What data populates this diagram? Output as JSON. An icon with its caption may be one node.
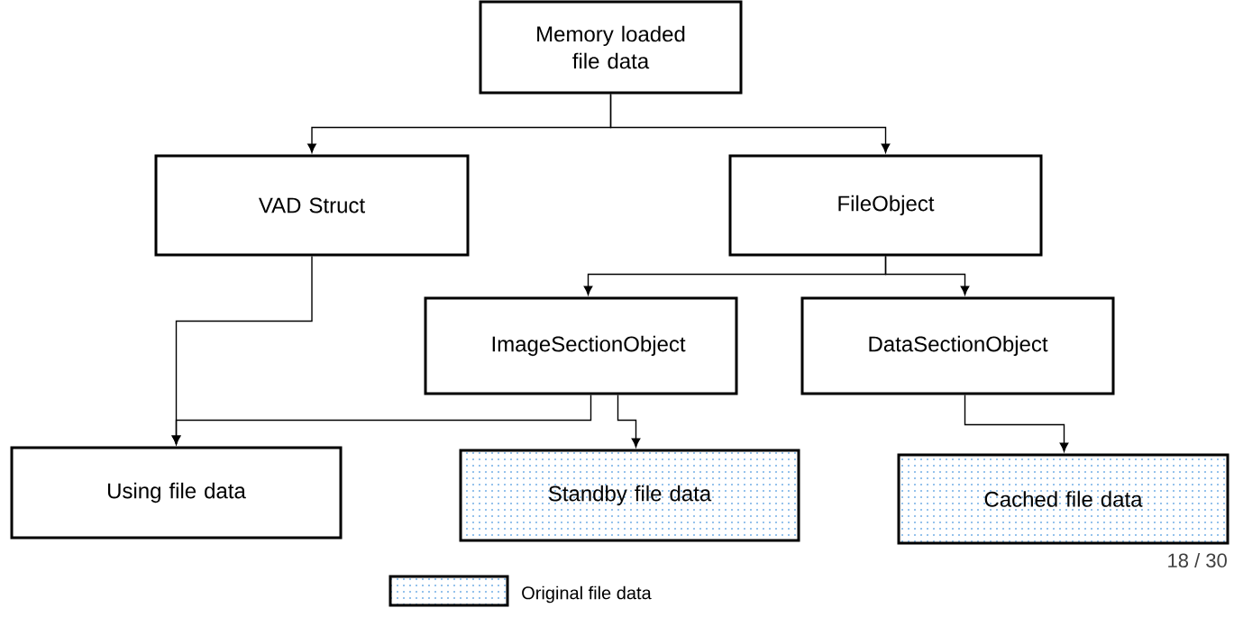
{
  "diagram": {
    "nodes": [
      {
        "text": [
          "Memory loaded file data"
        ]
      },
      {
        "text": [
          "VAD Struct"
        ]
      },
      {
        "text": [
          "FileObject"
        ]
      },
      {
        "text": [
          "ImageSectionObject"
        ]
      },
      {
        "text": [
          "DataSectionObject"
        ]
      },
      {
        "text": [
          "Using file data"
        ]
      },
      {
        "text": [
          "Standby file data"
        ]
      },
      {
        "text": [
          "Cached file data"
        ]
      }
    ],
    "edges": [
      {
        "from": 0,
        "to": 1,
        "arrow": "to"
      },
      {
        "from": 0,
        "to": 2,
        "arrow": "to"
      },
      {
        "from": 2,
        "to": 3,
        "arrow": "to"
      },
      {
        "from": 2,
        "to": 4,
        "arrow": "to"
      },
      {
        "from": 1,
        "to": 5,
        "arrow": "to"
      },
      {
        "from": 3,
        "to": 5,
        "arrow": "to"
      },
      {
        "from": 3,
        "to": 6,
        "arrow": "to"
      },
      {
        "from": 4,
        "to": 7,
        "arrow": "to"
      }
    ],
    "labels": [
      "18 / 30"
    ],
    "legend": [
      {
        "text": "Original file data"
      }
    ]
  }
}
